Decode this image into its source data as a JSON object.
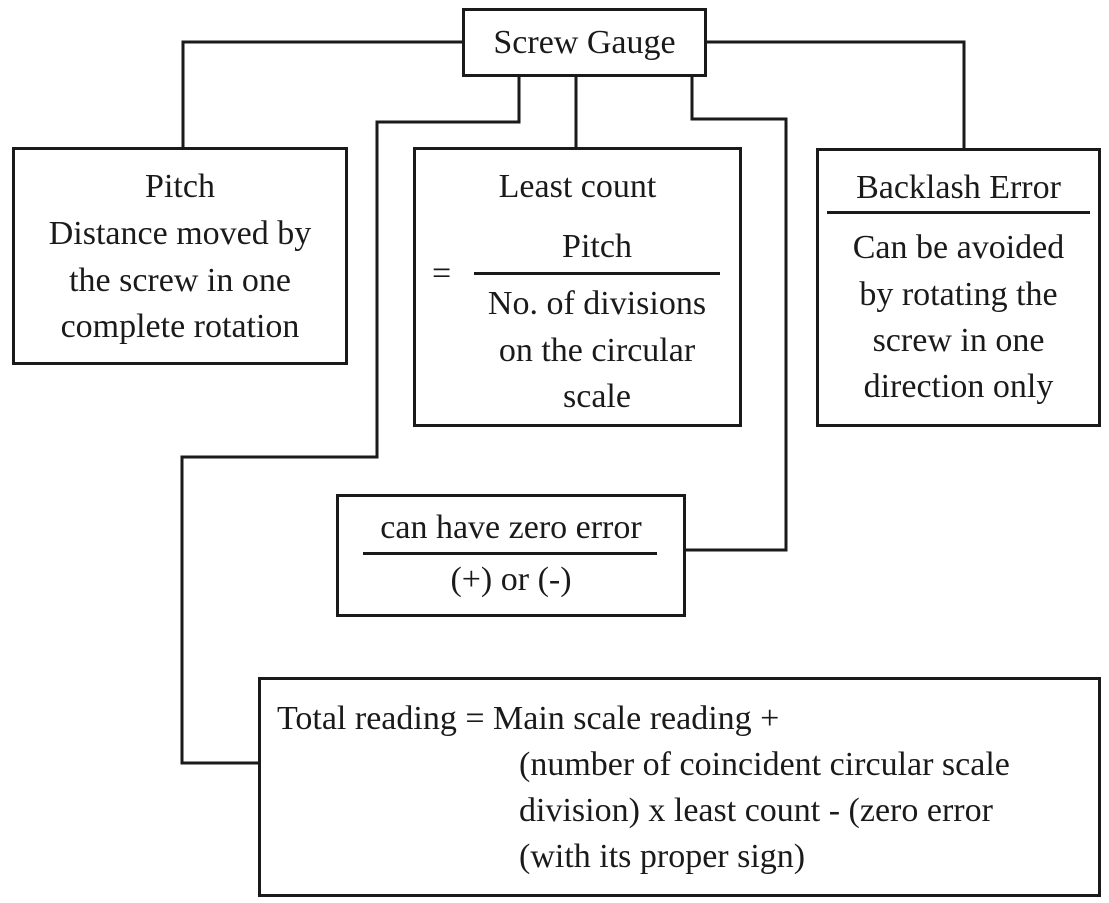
{
  "root": {
    "label": "Screw Gauge"
  },
  "pitch": {
    "title": "Pitch",
    "lines": [
      "Distance moved by",
      "the screw in one",
      "complete rotation"
    ]
  },
  "least_count": {
    "title": "Least count",
    "equals": "=",
    "numerator": "Pitch",
    "denominator_lines": [
      "No. of divisions",
      "on the circular",
      "scale"
    ]
  },
  "backlash": {
    "title": "Backlash Error",
    "lines": [
      "Can be avoided",
      "by rotating the",
      "screw in one",
      "direction only"
    ]
  },
  "zero_error": {
    "title": "can have zero error",
    "subtitle": "(+) or (-)"
  },
  "total_reading": {
    "lines": [
      "Total reading = Main scale reading +",
      "(number of coincident circular scale",
      "division) x least count - (zero error",
      "(with its proper sign)"
    ]
  }
}
